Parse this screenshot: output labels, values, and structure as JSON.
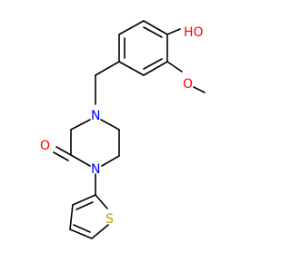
{
  "molecule": {
    "atoms": {
      "hydroxyl_oxygen": {
        "text": "HO",
        "color": "#ff0000"
      },
      "methoxy_oxygen": {
        "text": "O",
        "color": "#ff0000"
      },
      "amine_nitrogen": {
        "text": "N",
        "color": "#0000ff"
      },
      "amide_nitrogen": {
        "text": "N",
        "color": "#0000ff"
      },
      "carbonyl_oxygen": {
        "text": "O",
        "color": "#ff0000"
      },
      "thiophene_sulfur": {
        "text": "S",
        "color": "#b8a000"
      }
    },
    "bond_color": "#000000"
  }
}
